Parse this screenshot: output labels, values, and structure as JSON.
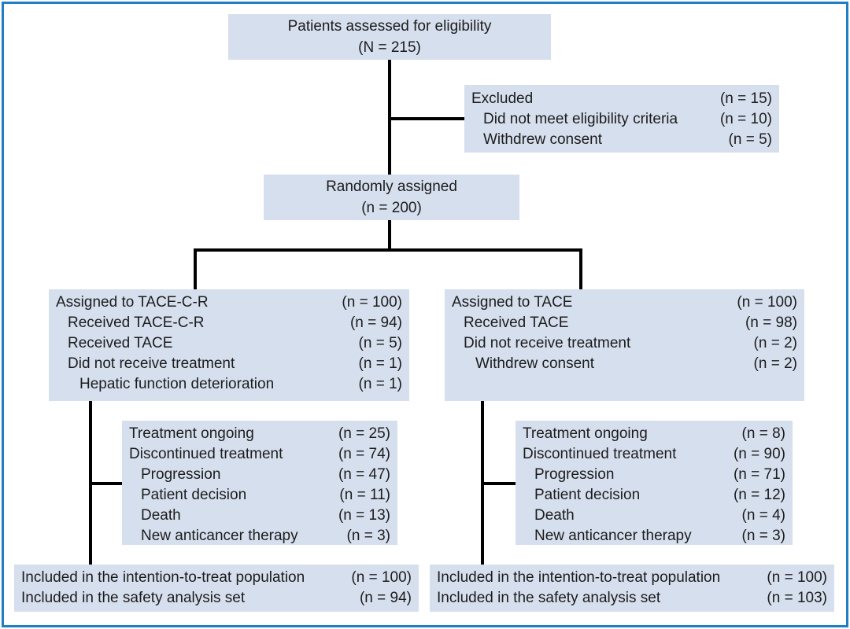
{
  "diagram": {
    "type": "consort-flow",
    "colors": {
      "border": "#1e80c2",
      "box_fill": "#d6dfee",
      "line": "#000000",
      "text": "#1c1c1c"
    },
    "boxes": {
      "assessed": {
        "lines": [
          "Patients assessed for eligibility",
          "(N = 215)"
        ]
      },
      "excluded": {
        "rows": [
          {
            "label": "Excluded",
            "value": "(n = 15)",
            "indent": 0
          },
          {
            "label": "Did not meet eligibility criteria",
            "value": "(n = 10)",
            "indent": 1
          },
          {
            "label": "Withdrew consent",
            "value": "(n = 5)",
            "indent": 1
          }
        ]
      },
      "randomized": {
        "lines": [
          "Randomly assigned",
          "(n = 200)"
        ]
      },
      "arm_tacecr": {
        "rows": [
          {
            "label": "Assigned to TACE-C-R",
            "value": "(n = 100)",
            "indent": 0
          },
          {
            "label": "Received TACE-C-R",
            "value": "(n = 94)",
            "indent": 1
          },
          {
            "label": "Received TACE",
            "value": "(n = 5)",
            "indent": 1
          },
          {
            "label": "Did not receive treatment",
            "value": "(n = 1)",
            "indent": 1
          },
          {
            "label": "Hepatic function deterioration",
            "value": "(n = 1)",
            "indent": 2
          }
        ]
      },
      "arm_tace": {
        "rows": [
          {
            "label": "Assigned to TACE",
            "value": "(n = 100)",
            "indent": 0
          },
          {
            "label": "Received TACE",
            "value": "(n = 98)",
            "indent": 1
          },
          {
            "label": "Did not receive treatment",
            "value": "(n = 2)",
            "indent": 1
          },
          {
            "label": "Withdrew consent",
            "value": "(n = 2)",
            "indent": 2
          }
        ]
      },
      "status_tacecr": {
        "rows": [
          {
            "label": "Treatment ongoing",
            "value": "(n = 25)",
            "indent": 0
          },
          {
            "label": "Discontinued treatment",
            "value": "(n = 74)",
            "indent": 0
          },
          {
            "label": "Progression",
            "value": "(n = 47)",
            "indent": 1
          },
          {
            "label": "Patient decision",
            "value": "(n = 11)",
            "indent": 1
          },
          {
            "label": "Death",
            "value": "(n = 13)",
            "indent": 1
          },
          {
            "label": "New anticancer therapy",
            "value": "(n = 3)",
            "indent": 1
          }
        ]
      },
      "status_tace": {
        "rows": [
          {
            "label": "Treatment ongoing",
            "value": "(n = 8)",
            "indent": 0
          },
          {
            "label": "Discontinued treatment",
            "value": "(n = 90)",
            "indent": 0
          },
          {
            "label": "Progression",
            "value": "(n = 71)",
            "indent": 1
          },
          {
            "label": "Patient decision",
            "value": "(n = 12)",
            "indent": 1
          },
          {
            "label": "Death",
            "value": "(n = 4)",
            "indent": 1
          },
          {
            "label": "New anticancer therapy",
            "value": "(n = 3)",
            "indent": 1
          }
        ]
      },
      "itt_tacecr": {
        "rows": [
          {
            "label": "Included in the intention-to-treat population",
            "value": "(n = 100)",
            "indent": 0
          },
          {
            "label": "Included in the safety analysis set",
            "value": "(n = 94)",
            "indent": 0
          }
        ]
      },
      "itt_tace": {
        "rows": [
          {
            "label": "Included in the intention-to-treat population",
            "value": "(n = 100)",
            "indent": 0
          },
          {
            "label": "Included in the safety analysis set",
            "value": "(n = 103)",
            "indent": 0
          }
        ]
      }
    }
  }
}
